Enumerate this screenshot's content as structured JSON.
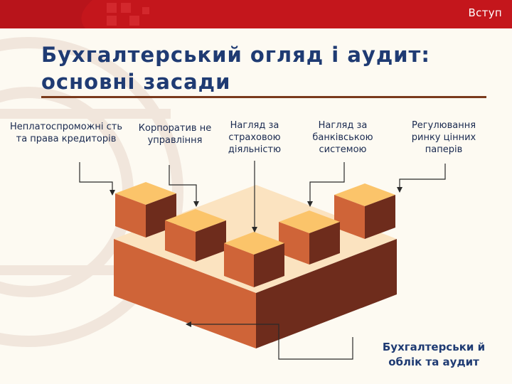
{
  "header": {
    "section_tag": "Вступ"
  },
  "slide": {
    "title_line1": "Бухгалтерський огляд і аудит:",
    "title_line2": "основні засади"
  },
  "categories": [
    {
      "label": "Неплатоспроможні сть та права кредиторів"
    },
    {
      "label": "Корпоратив не управління"
    },
    {
      "label": "Нагляд за страховою діяльністю"
    },
    {
      "label": "Нагляд за банківською системою"
    },
    {
      "label": "Регулювання ринку цінних паперів"
    }
  ],
  "foundation": {
    "label": "Бухгалтерськи й облік та аудит"
  },
  "colors": {
    "brand_red": "#c4161c",
    "title_blue": "#1f3b73",
    "cube_top": "#fbc46a",
    "cube_left": "#cf6438",
    "cube_right": "#6e2c1c",
    "base_top": "#fbe3c0",
    "background": "#fdfaf2"
  }
}
